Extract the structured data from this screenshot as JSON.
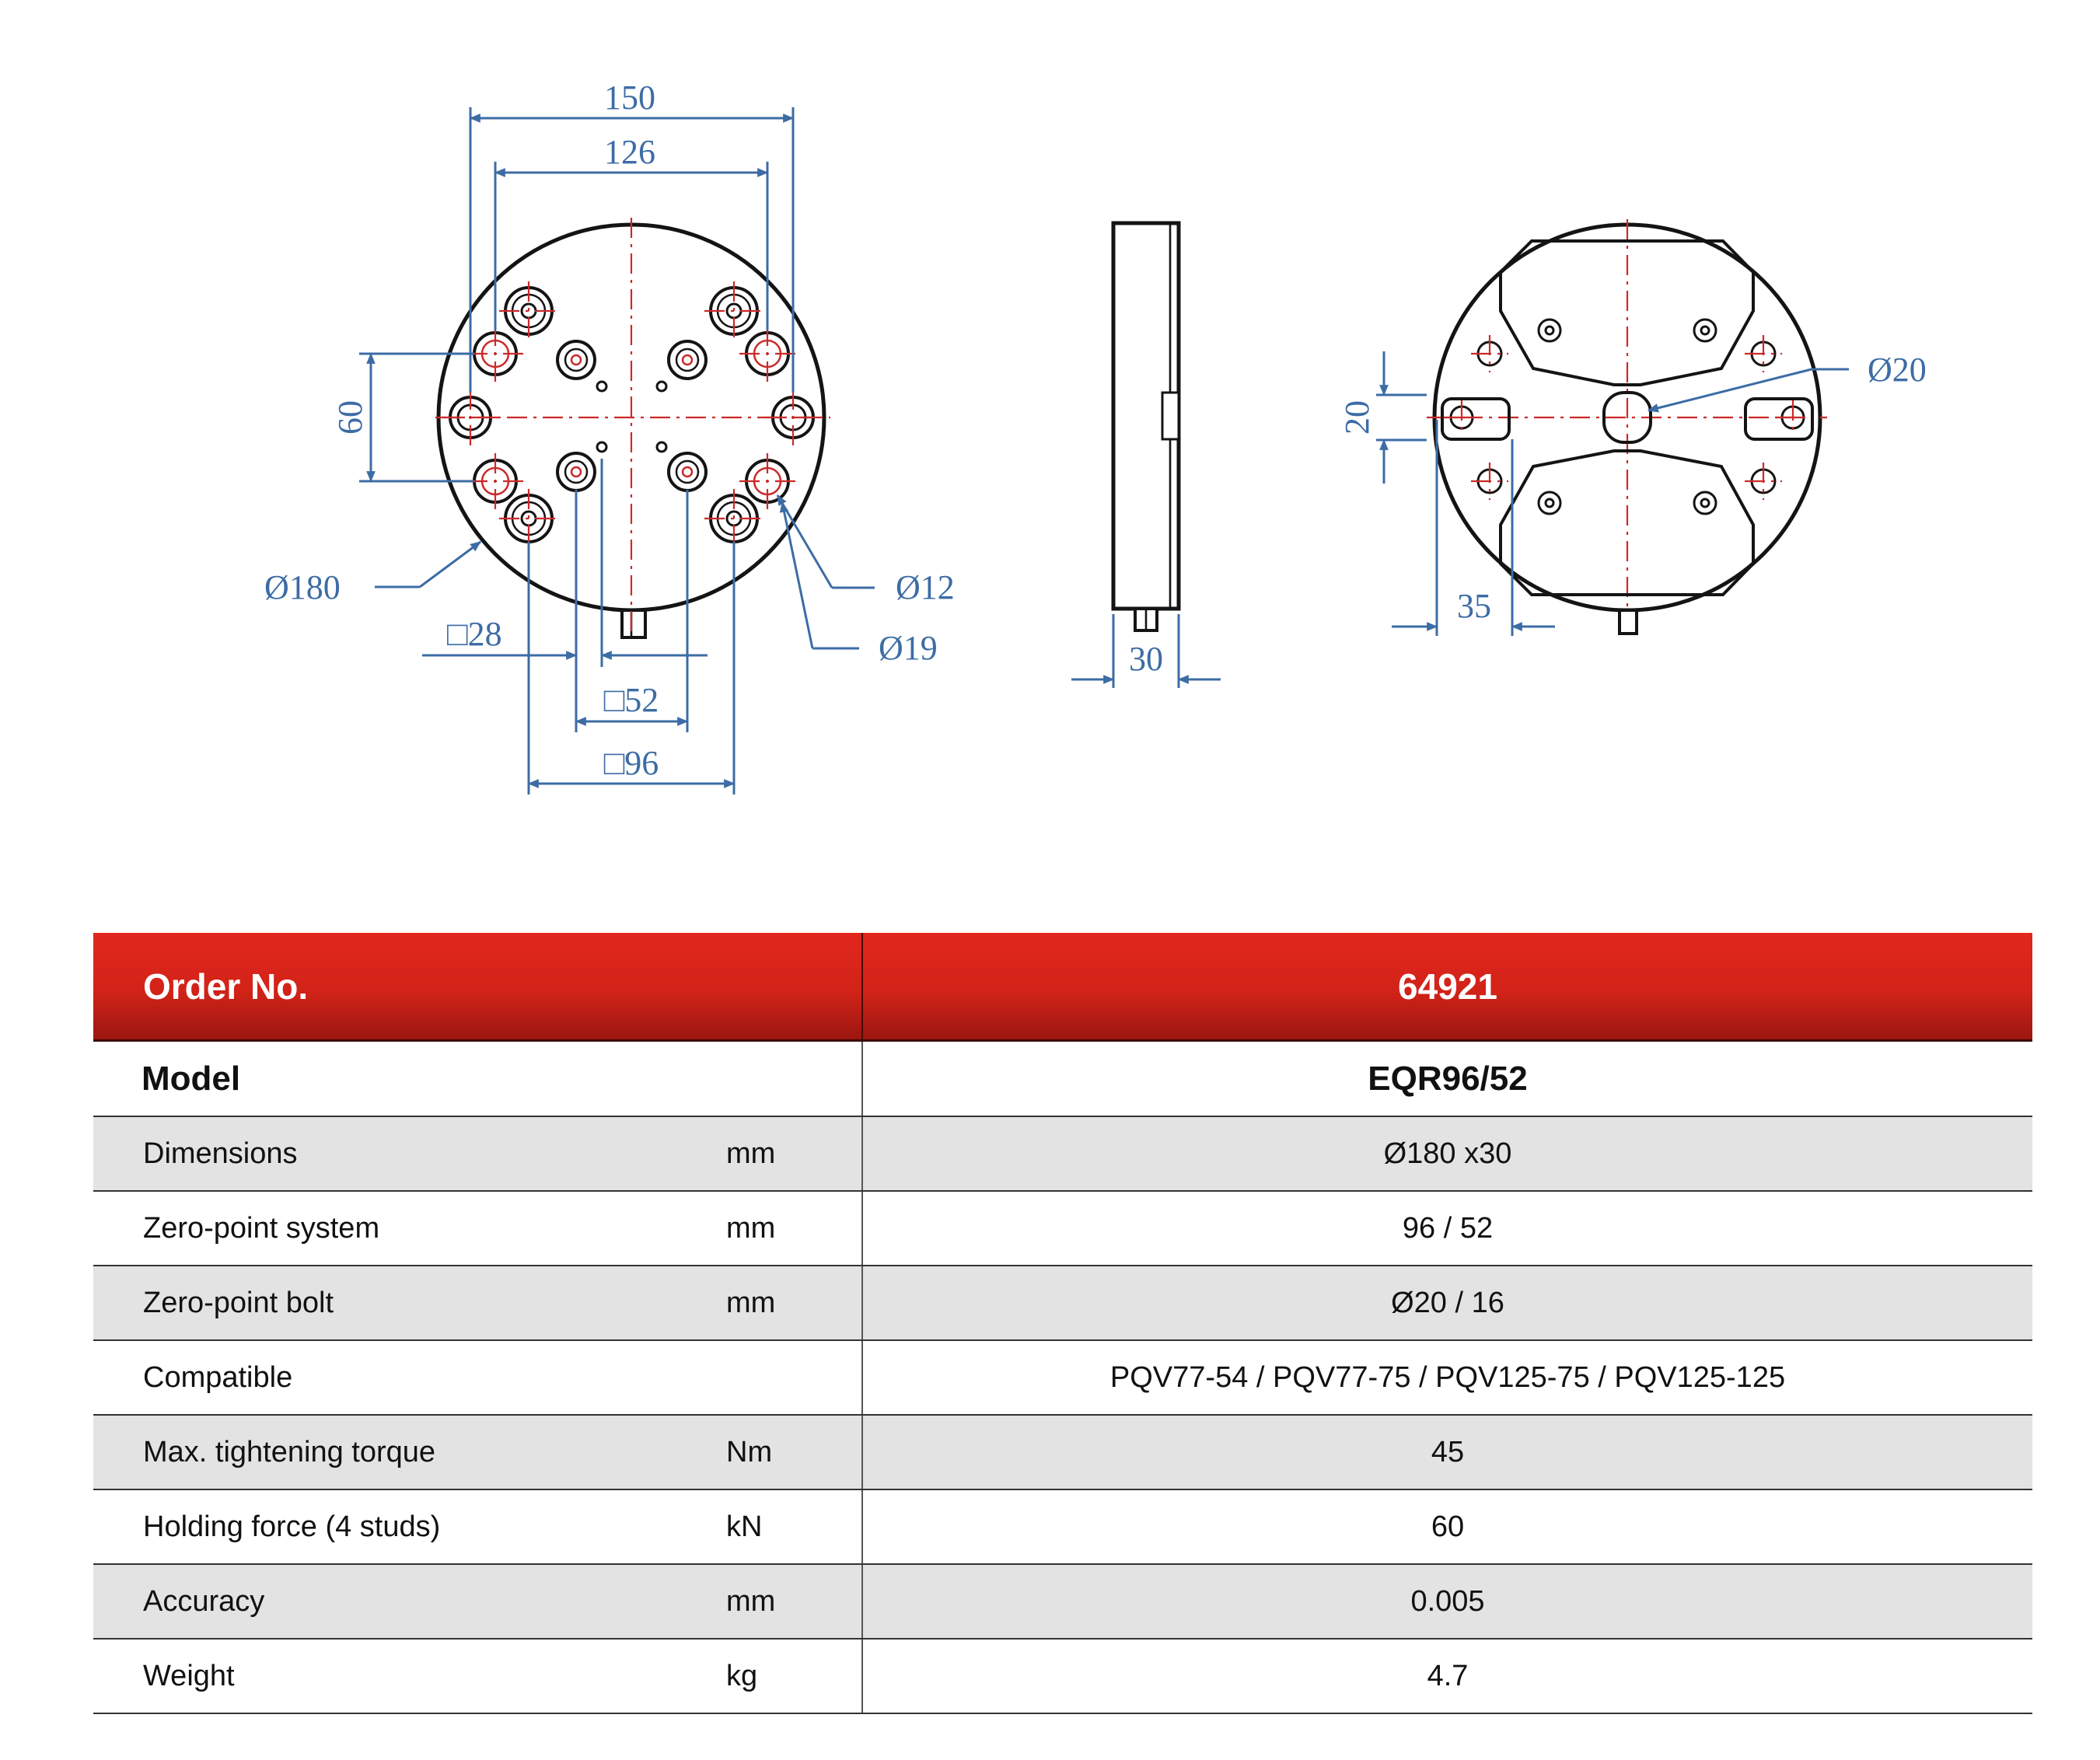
{
  "drawing": {
    "front_view": {
      "dim_150": "150",
      "dim_126": "126",
      "dim_60": "60",
      "dim_dia180": "Ø180",
      "dim_dia12": "Ø12",
      "dim_dia19": "Ø19",
      "dim_sq28": "□28",
      "dim_sq52": "□52",
      "dim_sq96": "□96"
    },
    "side_view": {
      "dim_30": "30"
    },
    "back_view": {
      "dim_dia20": "Ø20",
      "dim_20": "20",
      "dim_35": "35"
    }
  },
  "table": {
    "header": {
      "label": "Order No.",
      "value": "64921"
    },
    "model": {
      "label": "Model",
      "value": "EQR96/52"
    },
    "rows": [
      {
        "label": "Dimensions",
        "unit": "mm",
        "value": "Ø180 x30"
      },
      {
        "label": "Zero-point system",
        "unit": "mm",
        "value": "96 / 52"
      },
      {
        "label": "Zero-point bolt",
        "unit": "mm",
        "value": "Ø20 / 16"
      },
      {
        "label": "Compatible",
        "unit": "",
        "value": "PQV77-54 / PQV77-75 / PQV125-75 / PQV125-125"
      },
      {
        "label": "Max. tightening torque",
        "unit": "Nm",
        "value": "45"
      },
      {
        "label": "Holding force (4 studs)",
        "unit": "kN",
        "value": "60"
      },
      {
        "label": "Accuracy",
        "unit": "mm",
        "value": "0.005"
      },
      {
        "label": "Weight",
        "unit": "kg",
        "value": "4.7"
      }
    ]
  }
}
